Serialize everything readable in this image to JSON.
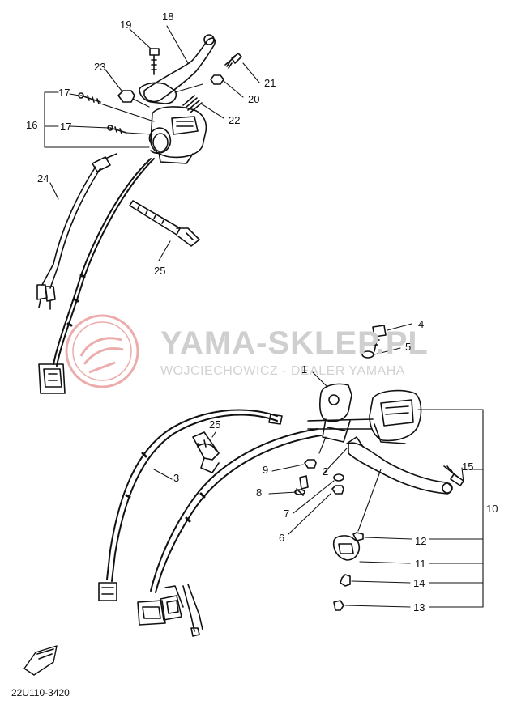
{
  "watermark": {
    "title": "YAMA-SKLEP.PL",
    "subtitle": "WOJCIECHOWICZ - DEALER YAMAHA",
    "logo_color": "#e24a4a"
  },
  "drawing_code": "22U110-3420",
  "part_numbers": {
    "p1": "1",
    "p2": "2",
    "p3": "3",
    "p4": "4",
    "p5": "5",
    "p6": "6",
    "p7": "7",
    "p8": "8",
    "p9": "9",
    "p10": "10",
    "p11": "11",
    "p12": "12",
    "p13": "13",
    "p14": "14",
    "p15": "15",
    "p16": "16",
    "p17a": "17",
    "p17b": "17",
    "p18": "18",
    "p19": "19",
    "p20": "20",
    "p21": "21",
    "p22": "22",
    "p23": "23",
    "p24": "24",
    "p25a": "25",
    "p25b": "25"
  },
  "icons": {
    "front_arrow": "front-direction-arrow-icon",
    "logo": "yamaha-tuning-fork-logo-icon"
  }
}
